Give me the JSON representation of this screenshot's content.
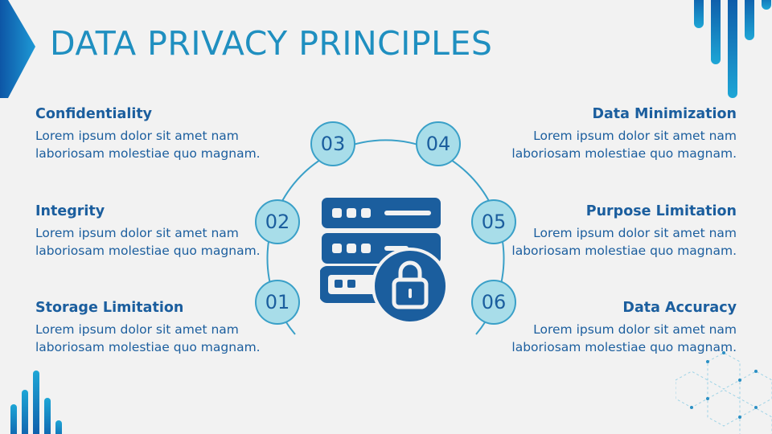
{
  "title": "DATA PRIVACY PRINCIPLES",
  "left_items": [
    {
      "title": "Confidentiality",
      "desc": "Lorem ipsum dolor sit amet nam laboriosam molestiae quo magnam."
    },
    {
      "title": "Integrity",
      "desc": "Lorem ipsum dolor sit amet nam laboriosam molestiae quo magnam."
    },
    {
      "title": "Storage Limitation",
      "desc": "Lorem ipsum dolor sit amet nam laboriosam molestiae quo magnam."
    }
  ],
  "right_items": [
    {
      "title": "Data Minimization",
      "desc": "Lorem ipsum dolor sit amet nam laboriosam molestiae quo magnam."
    },
    {
      "title": "Purpose Limitation",
      "desc": "Lorem ipsum dolor sit amet nam laboriosam molestiae quo magnam."
    },
    {
      "title": "Data Accuracy",
      "desc": "Lorem ipsum dolor sit amet nam laboriosam molestiae quo magnam."
    }
  ],
  "numbers": [
    "01",
    "02",
    "03",
    "04",
    "05",
    "06"
  ],
  "center_icon": "server-lock-icon",
  "colors": {
    "accent": "#1f8fc0",
    "text": "#1b5e9e",
    "circle_fill": "#a8dde9",
    "icon": "#1b5e9e"
  }
}
